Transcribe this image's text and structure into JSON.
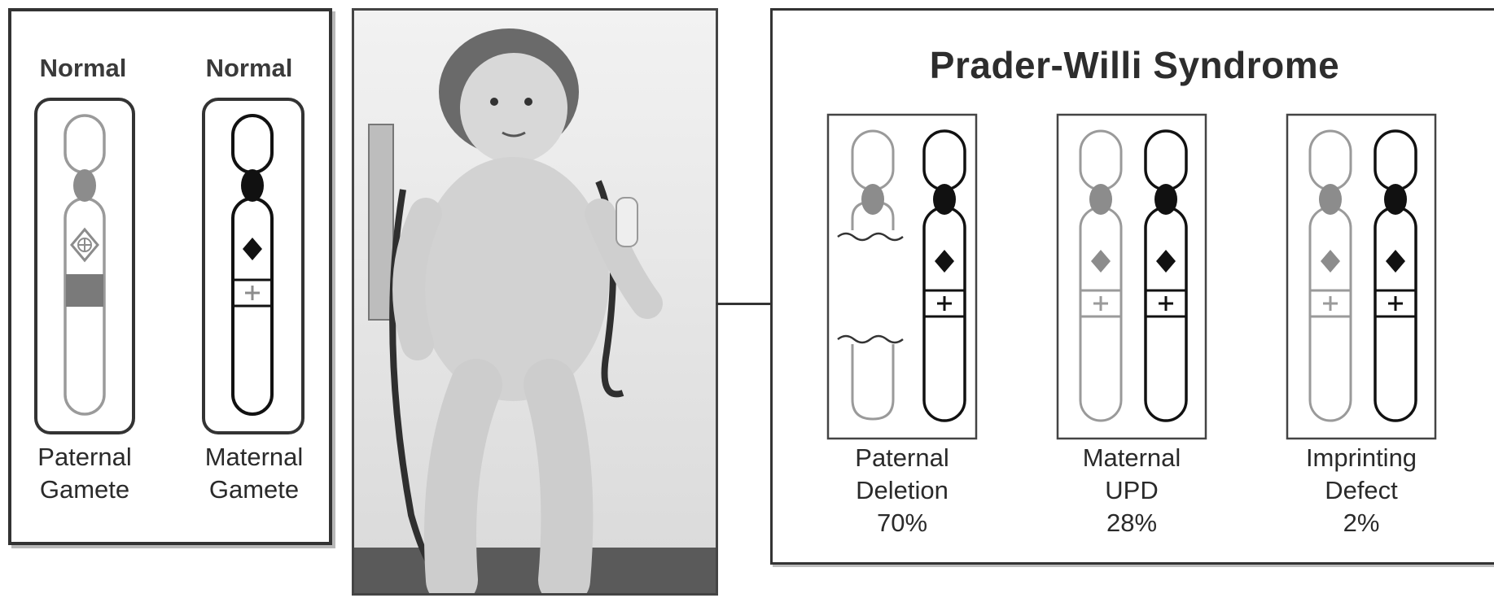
{
  "left_panel": {
    "paternal": {
      "header": "Normal",
      "caption_line1": "Paternal",
      "caption_line2": "Gamete"
    },
    "maternal": {
      "header": "Normal",
      "caption_line1": "Maternal",
      "caption_line2": "Gamete"
    }
  },
  "right_panel": {
    "title": "Prader-Willi Syndrome",
    "cases": [
      {
        "line1": "Paternal",
        "line2": "Deletion",
        "percent": "70%"
      },
      {
        "line1": "Maternal",
        "line2": "UPD",
        "percent": "28%"
      },
      {
        "line1": "Imprinting",
        "line2": "Defect",
        "percent": "2%"
      }
    ]
  },
  "photo": {
    "subject": "child-standing-photo"
  },
  "colors": {
    "paternal_stroke": "#9a9a9a",
    "maternal_stroke": "#111111",
    "paternal_fill": "#8c8c8c",
    "band_gray": "#7a7a7a",
    "border": "#333333"
  }
}
